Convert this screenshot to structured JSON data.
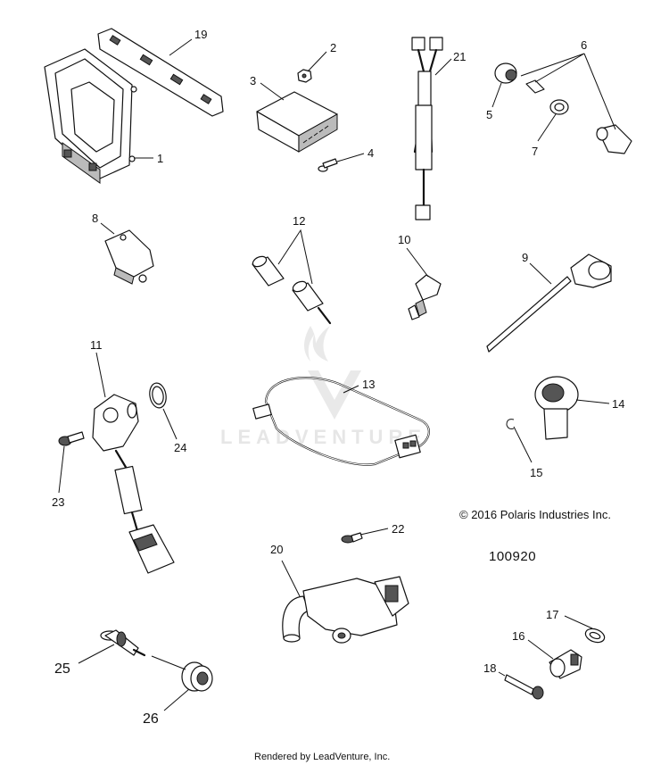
{
  "callouts": {
    "p1": "1",
    "p2": "2",
    "p3": "3",
    "p4": "4",
    "p5": "5",
    "p6": "6",
    "p7": "7",
    "p8": "8",
    "p9": "9",
    "p10": "10",
    "p11": "11",
    "p12": "12",
    "p13": "13",
    "p14": "14",
    "p15": "15",
    "p16": "16",
    "p17": "17",
    "p18": "18",
    "p19": "19",
    "p20": "20",
    "p21": "21",
    "p22": "22",
    "p23": "23",
    "p24": "24",
    "p25": "25",
    "p26": "26"
  },
  "copyright": "© 2016 Polaris Industries Inc.",
  "document_number": "100920",
  "footer": "Rendered by LeadVenture, Inc.",
  "watermark": "LEADVENTURE"
}
